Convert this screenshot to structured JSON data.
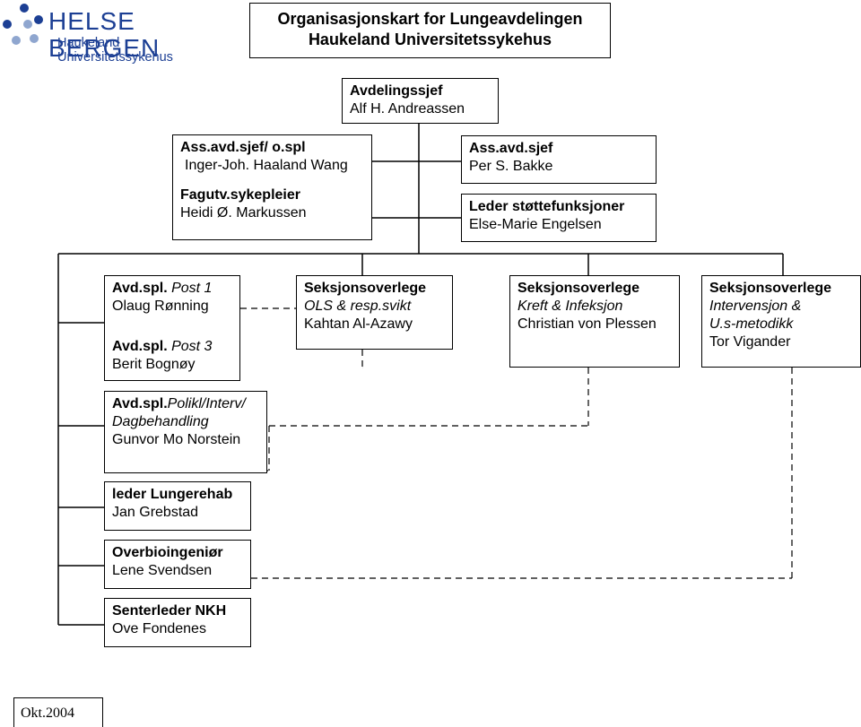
{
  "logo": {
    "name": "HELSE BERGEN",
    "subtitle": "Haukeland Universitetssykehus",
    "brand_color": "#1c3f94",
    "dot_colors": [
      "#1c3f94",
      "#8fa6cf"
    ]
  },
  "title": {
    "line1": "Organisasjonskart for Lungeavdelingen",
    "line2": "Haukeland Universitetssykehus"
  },
  "head": {
    "role": "Avdelingssjef",
    "name": "Alf H. Andreassen"
  },
  "left_staff": [
    {
      "role": "Ass.avd.sjef/ o.spl",
      "name": "Inger-Joh. Haaland Wang"
    },
    {
      "role": "Fagutv.sykepleier",
      "name": "Heidi Ø. Markussen"
    }
  ],
  "right_staff": [
    {
      "role": "Ass.avd.sjef",
      "name": "Per S. Bakke"
    },
    {
      "role": "Leder støttefunksjoner",
      "name": "Else-Marie Engelsen"
    }
  ],
  "posts_box": {
    "post1_role": "Avd.spl.",
    "post1_unit": "Post 1",
    "post1_name": "Olaug Rønning",
    "post3_role": "Avd.spl.",
    "post3_unit": "Post 3",
    "post3_name": "Berit Bognøy"
  },
  "polikl_box": {
    "role": "Avd.spl.",
    "unit": "Polikl/Interv/",
    "unit2": "Dagbehandling",
    "name": "Gunvor Mo Norstein"
  },
  "sections": [
    {
      "role": "Seksjonsoverlege",
      "unit": "OLS & resp.svikt",
      "unit2": "",
      "name": "Kahtan Al-Azawy"
    },
    {
      "role": "Seksjonsoverlege",
      "unit": "Kreft & Infeksjon",
      "unit2": "",
      "name": "Christian von Plessen"
    },
    {
      "role": "Seksjonsoverlege",
      "unit": "Intervensjon &",
      "unit2": "U.s-metodikk",
      "name": "Tor Vigander"
    }
  ],
  "bottom_units": [
    {
      "role": "leder Lungerehab",
      "name": "Jan Grebstad"
    },
    {
      "role": "Overbioingeniør",
      "name": "Lene Svendsen"
    },
    {
      "role": "Senterleder NKH",
      "name": "Ove Fondenes"
    }
  ],
  "date_ref": "Okt.2004"
}
